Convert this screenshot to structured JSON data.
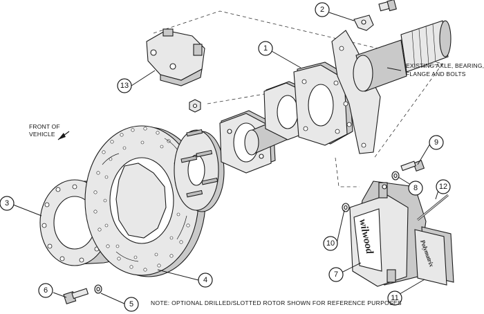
{
  "annotations": {
    "axle_label_line1": "EXISTING AXLE, BEARING,",
    "axle_label_line2": "FLANGE AND BOLTS",
    "front_label_line1": "FRONT OF",
    "front_label_line2": "VEHICLE",
    "note": "NOTE: OPTIONAL DRILLED/SLOTTED ROTOR SHOWN FOR REFERENCE PURPOSES"
  },
  "callouts": [
    "1",
    "2",
    "3",
    "4",
    "5",
    "6",
    "7",
    "8",
    "9",
    "10",
    "11",
    "12",
    "13"
  ],
  "branding": {
    "caliper_logo": "wilwood",
    "pad_logo": "Polymatrix"
  },
  "colors": {
    "line": "#1a1a1a",
    "metal_light": "#e8e8e8",
    "metal_mid": "#c9c9c9",
    "metal_dark": "#8f8f8f"
  }
}
